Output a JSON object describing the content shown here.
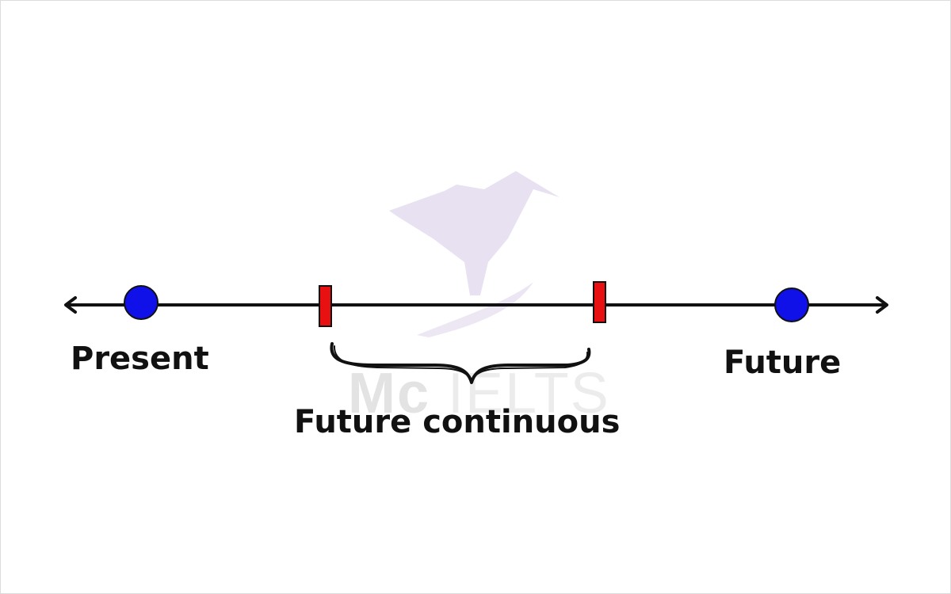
{
  "labels": {
    "present": "Present",
    "future": "Future",
    "future_continuous": "Future continuous"
  },
  "watermark": {
    "text_bold": "Mc",
    "text_light": "IELTS",
    "icon": "hummingbird-logo",
    "color": "#e6def0"
  },
  "colors": {
    "line": "#111111",
    "point_fill": "#1010e8",
    "marker_fill": "#e81010"
  },
  "icons": {
    "left_arrow": "arrow-left-icon",
    "right_arrow": "arrow-right-icon",
    "brace": "curly-brace-icon"
  }
}
